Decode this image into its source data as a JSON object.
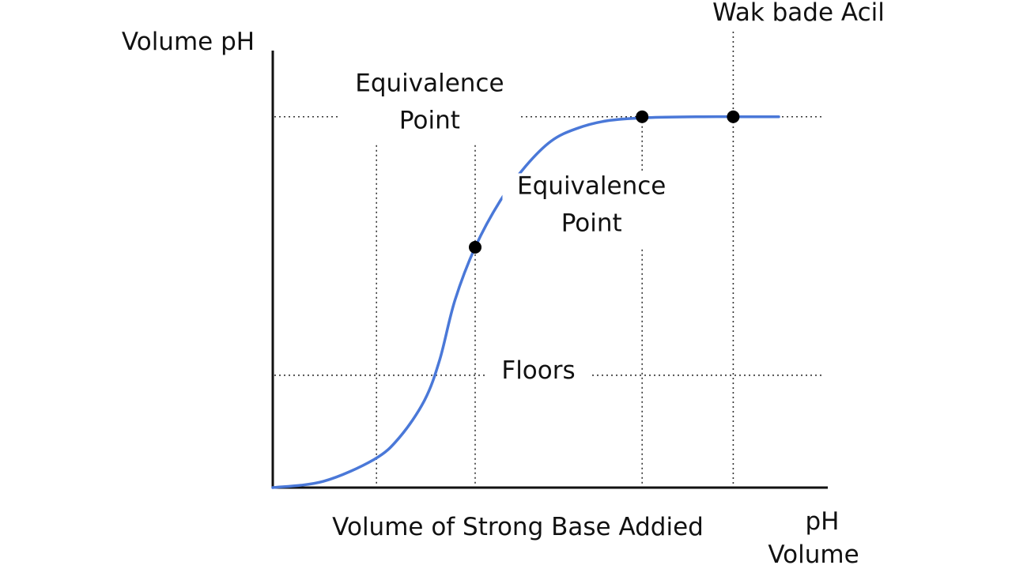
{
  "chart_data": {
    "type": "line",
    "title": "Wak bade Acil",
    "ylabel": "Volume pH",
    "xlabel": "Volume of Strong Base Addied",
    "xlabel_secondary": [
      "pH",
      "Volume"
    ],
    "x_range": [
      0,
      100
    ],
    "y_range": [
      0,
      14
    ],
    "grid": "dotted guide lines",
    "legend": "none",
    "colors": {
      "curve": "#4a78d8",
      "axis": "#111111",
      "points": "#000000"
    },
    "series": [
      {
        "x": [
          0,
          10,
          20,
          25,
          30,
          33,
          36,
          40,
          45,
          50,
          55,
          60,
          66,
          74,
          85,
          92,
          100
        ],
        "y": [
          0,
          0.2,
          0.9,
          1.6,
          2.8,
          4.1,
          6.0,
          7.7,
          9.2,
          10.3,
          11.1,
          11.5,
          11.75,
          11.85,
          11.88,
          11.88,
          11.88
        ]
      }
    ],
    "points": [
      {
        "x": 40,
        "y": 7.7
      },
      {
        "x": 73,
        "y": 11.88
      },
      {
        "x": 91,
        "y": 11.88
      }
    ],
    "guides": {
      "vertical_x": [
        20.5,
        40,
        73,
        91
      ],
      "horizontal_y": [
        11.88,
        3.6
      ]
    },
    "annotations": [
      {
        "text_lines": [
          "Equivalence",
          "Point"
        ],
        "x": 31,
        "y": 12.7
      },
      {
        "text_lines": [
          "Equivalence",
          "Point"
        ],
        "x": 63,
        "y": 9.4
      },
      {
        "text_lines": [
          "Floors"
        ],
        "x": 52.5,
        "y": 3.5
      }
    ]
  }
}
